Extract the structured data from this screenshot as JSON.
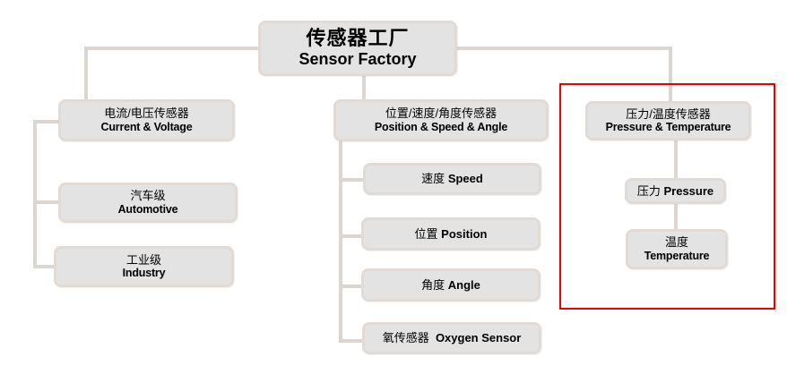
{
  "diagram": {
    "root": {
      "zh": "传感器工厂",
      "en": "Sensor Factory"
    },
    "branches": [
      {
        "zh": "电流/电压传感器",
        "en": "Current & Voltage",
        "children": [
          {
            "zh": "汽车级",
            "en": "Automotive"
          },
          {
            "zh": "工业级",
            "en": "Industry"
          }
        ]
      },
      {
        "zh": "位置/速度/角度传感器",
        "en": "Position & Speed & Angle",
        "children": [
          {
            "zh": "速度",
            "en": "Speed"
          },
          {
            "zh": "位置",
            "en": "Position"
          },
          {
            "zh": "角度",
            "en": "Angle"
          },
          {
            "zh": "氧传感器",
            "en": "Oxygen Sensor"
          }
        ]
      },
      {
        "zh": "压力/温度传感器",
        "en": "Pressure & Temperature",
        "highlighted": true,
        "highlight_color": "#ee0000",
        "children": [
          {
            "zh": "压力",
            "en": "Pressure"
          },
          {
            "zh": "温度",
            "en": "Temperature"
          }
        ]
      }
    ]
  },
  "colors": {
    "node_fill": "#e3e3e3",
    "node_border": "#e2dbd5",
    "connector": "#dcd6d1",
    "highlight": "#ee0000"
  }
}
